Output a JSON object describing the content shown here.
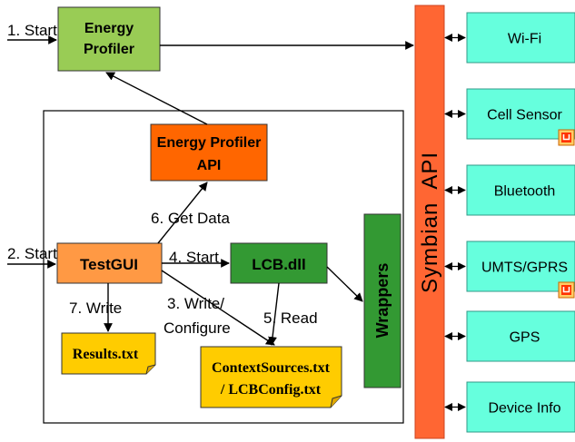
{
  "nodes": {
    "energy_profiler": {
      "line1": "Energy",
      "line2": "Profiler"
    },
    "energy_profiler_api": {
      "line1": "Energy Profiler",
      "line2": "API"
    },
    "testgui": {
      "label": "TestGUI"
    },
    "lcb_dll": {
      "label": "LCB.dll"
    },
    "wrappers": {
      "label": "Wrappers"
    },
    "symbian_api": {
      "label": "Symbian  API"
    },
    "results_file": {
      "label": "Results.txt"
    },
    "context_file": {
      "line1": "ContextSources.txt",
      "line2": "/ LCBConfig.txt"
    }
  },
  "sensors": [
    "Wi-Fi",
    "Cell Sensor",
    "Bluetooth",
    "UMTS/GPRS",
    "GPS",
    "Device Info"
  ],
  "steps": {
    "start1": "1. Start",
    "start2": "2. Start",
    "start4": "4. Start",
    "write3_line1": "3. Write/",
    "write3_line2": "Configure",
    "read5": "5. Read",
    "getdata6": "6. Get Data",
    "write7": "7. Write"
  },
  "colors": {
    "light_green": "#99cc55",
    "orange_api": "#ff6600",
    "orange_gui": "#ff9944",
    "dark_green": "#339933",
    "symbian": "#ff6633",
    "sensor_fill": "#66ffdd",
    "file_fill": "#ffcc00"
  }
}
